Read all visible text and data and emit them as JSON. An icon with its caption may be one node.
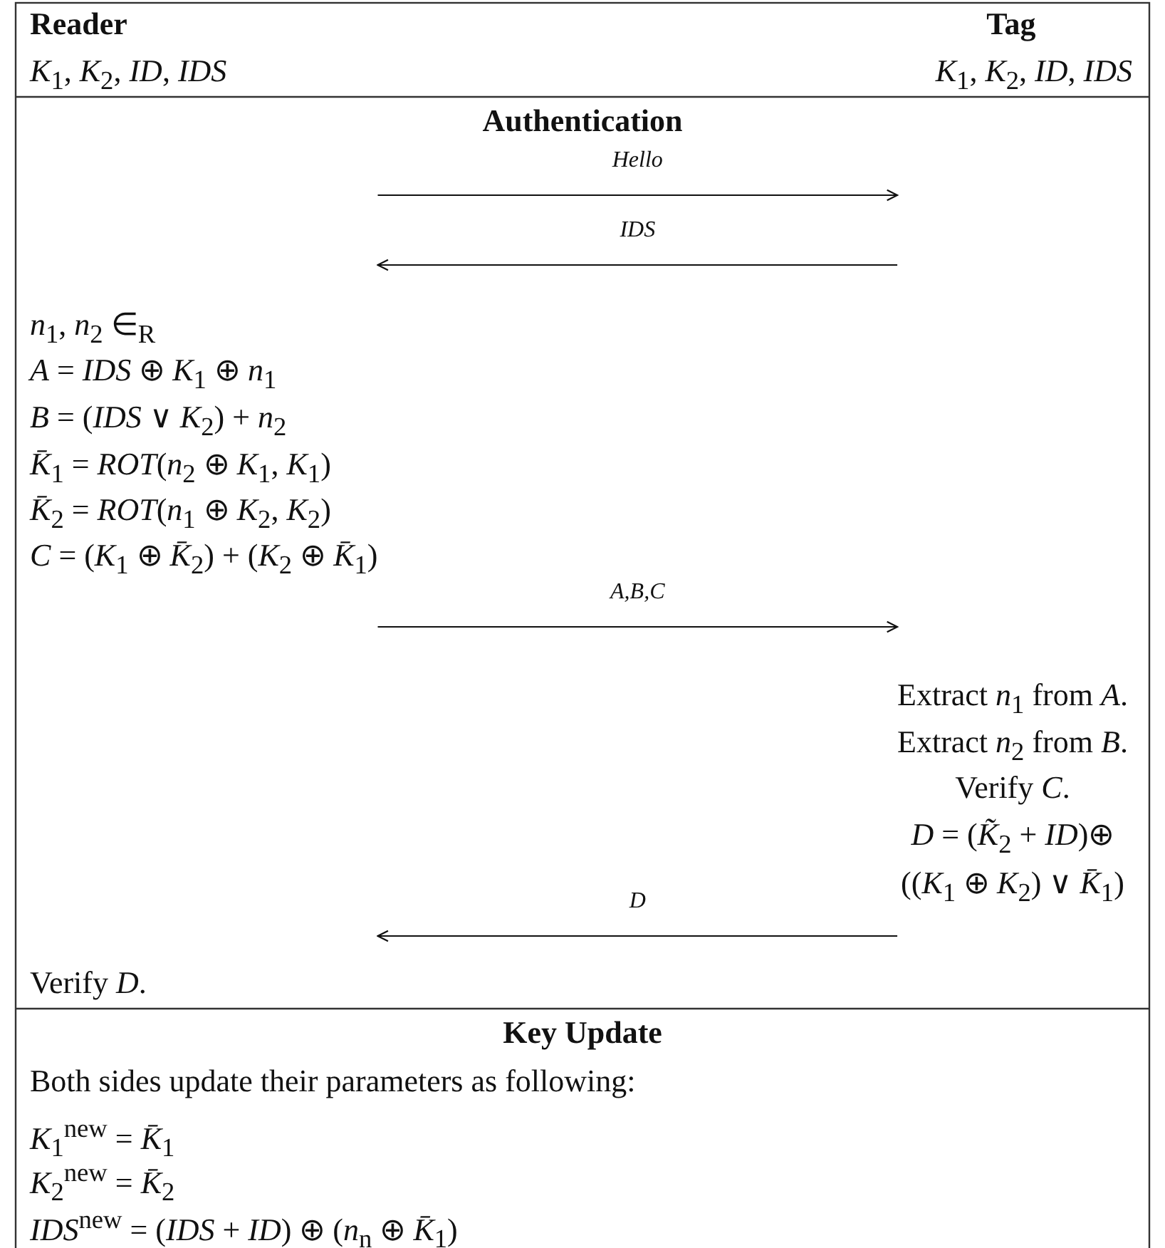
{
  "diagram": {
    "nodes": [
      {
        "text": [
          "**Reader**",
          "*K*$_{1}$, *K*$_{2}$, *ID*, *IDS*",
          "*n*$_{1}$, *n*$_{2}$ ∈$_{R}$",
          "*A* = *IDS* ⊕ *K*$_{1}$ ⊕ *n*$_{1}$",
          "*B* = (*IDS* ∨ *K*$_{2}$) + *n*$_{2}$",
          "*K̄*$_{1}$ = *ROT*(*n*$_{2}$ ⊕ *K*$_{1}$, *K*$_{1}$)",
          "*K̄*$_{2}$ = *ROT*(*n*$_{1}$ ⊕ *K*$_{2}$, *K*$_{2}$)",
          "*C* = (*K*$_{1}$ ⊕ *K̄*$_{2}$) + (*K*$_{2}$ ⊕ *K̄*$_{1}$)",
          "Verify *D*."
        ]
      },
      {
        "text": [
          "**Tag**",
          "*K*$_{1}$, *K*$_{2}$, *ID*, *IDS*",
          "Extract *n*$_{1}$ from *A*.",
          "Extract *n*$_{2}$ from *B*.",
          "Verify *C*.",
          "*D* = (*K̃*$_{2}$ + *ID*)⊕",
          "((*K*$_{1}$ ⊕ *K*$_{2}$) ∨ *K̄*$_{1}$)"
        ]
      }
    ],
    "edges": [
      {
        "from": 0,
        "to": 1,
        "arrow": "to",
        "label": "Hello"
      },
      {
        "from": 1,
        "to": 0,
        "arrow": "to",
        "label": "IDS"
      },
      {
        "from": 0,
        "to": 1,
        "arrow": "to",
        "label": "A,B,C"
      },
      {
        "from": 1,
        "to": 0,
        "arrow": "to",
        "label": "D"
      }
    ],
    "labels": [
      "Authentication",
      "Key Update",
      "Both sides update their parameters as following:",
      "*K*$_{1}$$^{new}$ = *K̄*$_{1}$",
      "*K*$_{2}$$^{new}$ = *K̄*$_{2}$",
      "*IDS*$^{new}$ = (*IDS* + *ID*) ⊕ (*n*$_{n}$ ⊕ *K̄*$_{1}$)"
    ]
  }
}
